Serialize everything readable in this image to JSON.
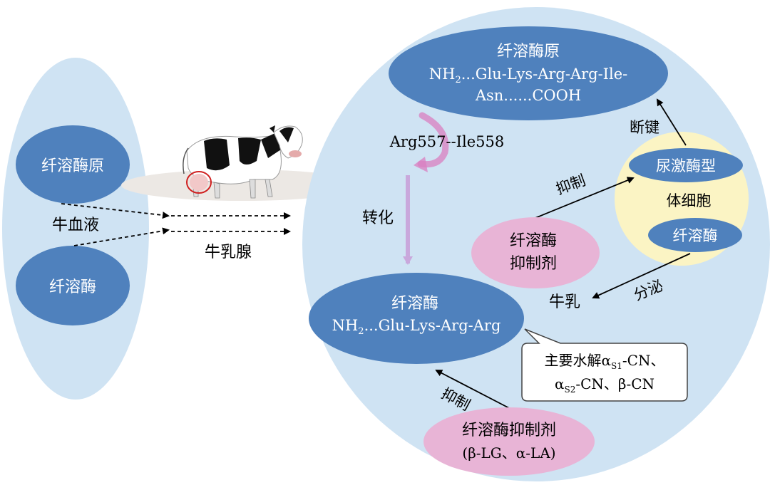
{
  "left_group": {
    "top_ellipse": "纤溶酶原",
    "middle_label": "牛血液",
    "bottom_ellipse": "纤溶酶"
  },
  "cow_label": "牛乳腺",
  "plasminogen": {
    "title": "纤溶酶原",
    "line1_pre": "NH",
    "line1_sub": "2",
    "line1_post": "...Glu-Lys-Arg-Arg-Ile-",
    "line2": "Asn......COOH"
  },
  "cleavage_site": "Arg557--Ile558",
  "conversion_label": "转化",
  "plasmin": {
    "title": "纤溶酶",
    "line_pre": "NH",
    "line_sub": "2",
    "line_post": "...Glu-Lys-Arg-Arg"
  },
  "hydrolysis_callout": {
    "line1_pre": "主要水解α",
    "line1_sub": "S1",
    "line1_post": "-CN、",
    "line2_pre": "α",
    "line2_sub": "S2",
    "line2_post": "-CN、β-CN"
  },
  "plasmin_inhibitor_bottom": {
    "line1": "纤溶酶抑制剂",
    "line2": "(β-LG、α-LA)"
  },
  "inhibit_label_bottom": "抑制",
  "somatic_cell": {
    "label": "体细胞",
    "urokinase": "尿激酶型",
    "plasmin": "纤溶酶"
  },
  "bond_break_label": "断键",
  "inhibit_label_right": "抑制",
  "plasmin_inhibitor_right": {
    "line1": "纤溶酶",
    "line2": "抑制剂"
  },
  "secrete_label": "分泌",
  "milk_label": "牛乳",
  "colors": {
    "light_blue": "#cfe3f3",
    "ellipse_blue": "#4f81bd",
    "pink": "#e8b4d6",
    "cream": "#fbf4c4",
    "arrow_purple": "#c9a8dc",
    "curve_pink": "#d97fc0"
  }
}
